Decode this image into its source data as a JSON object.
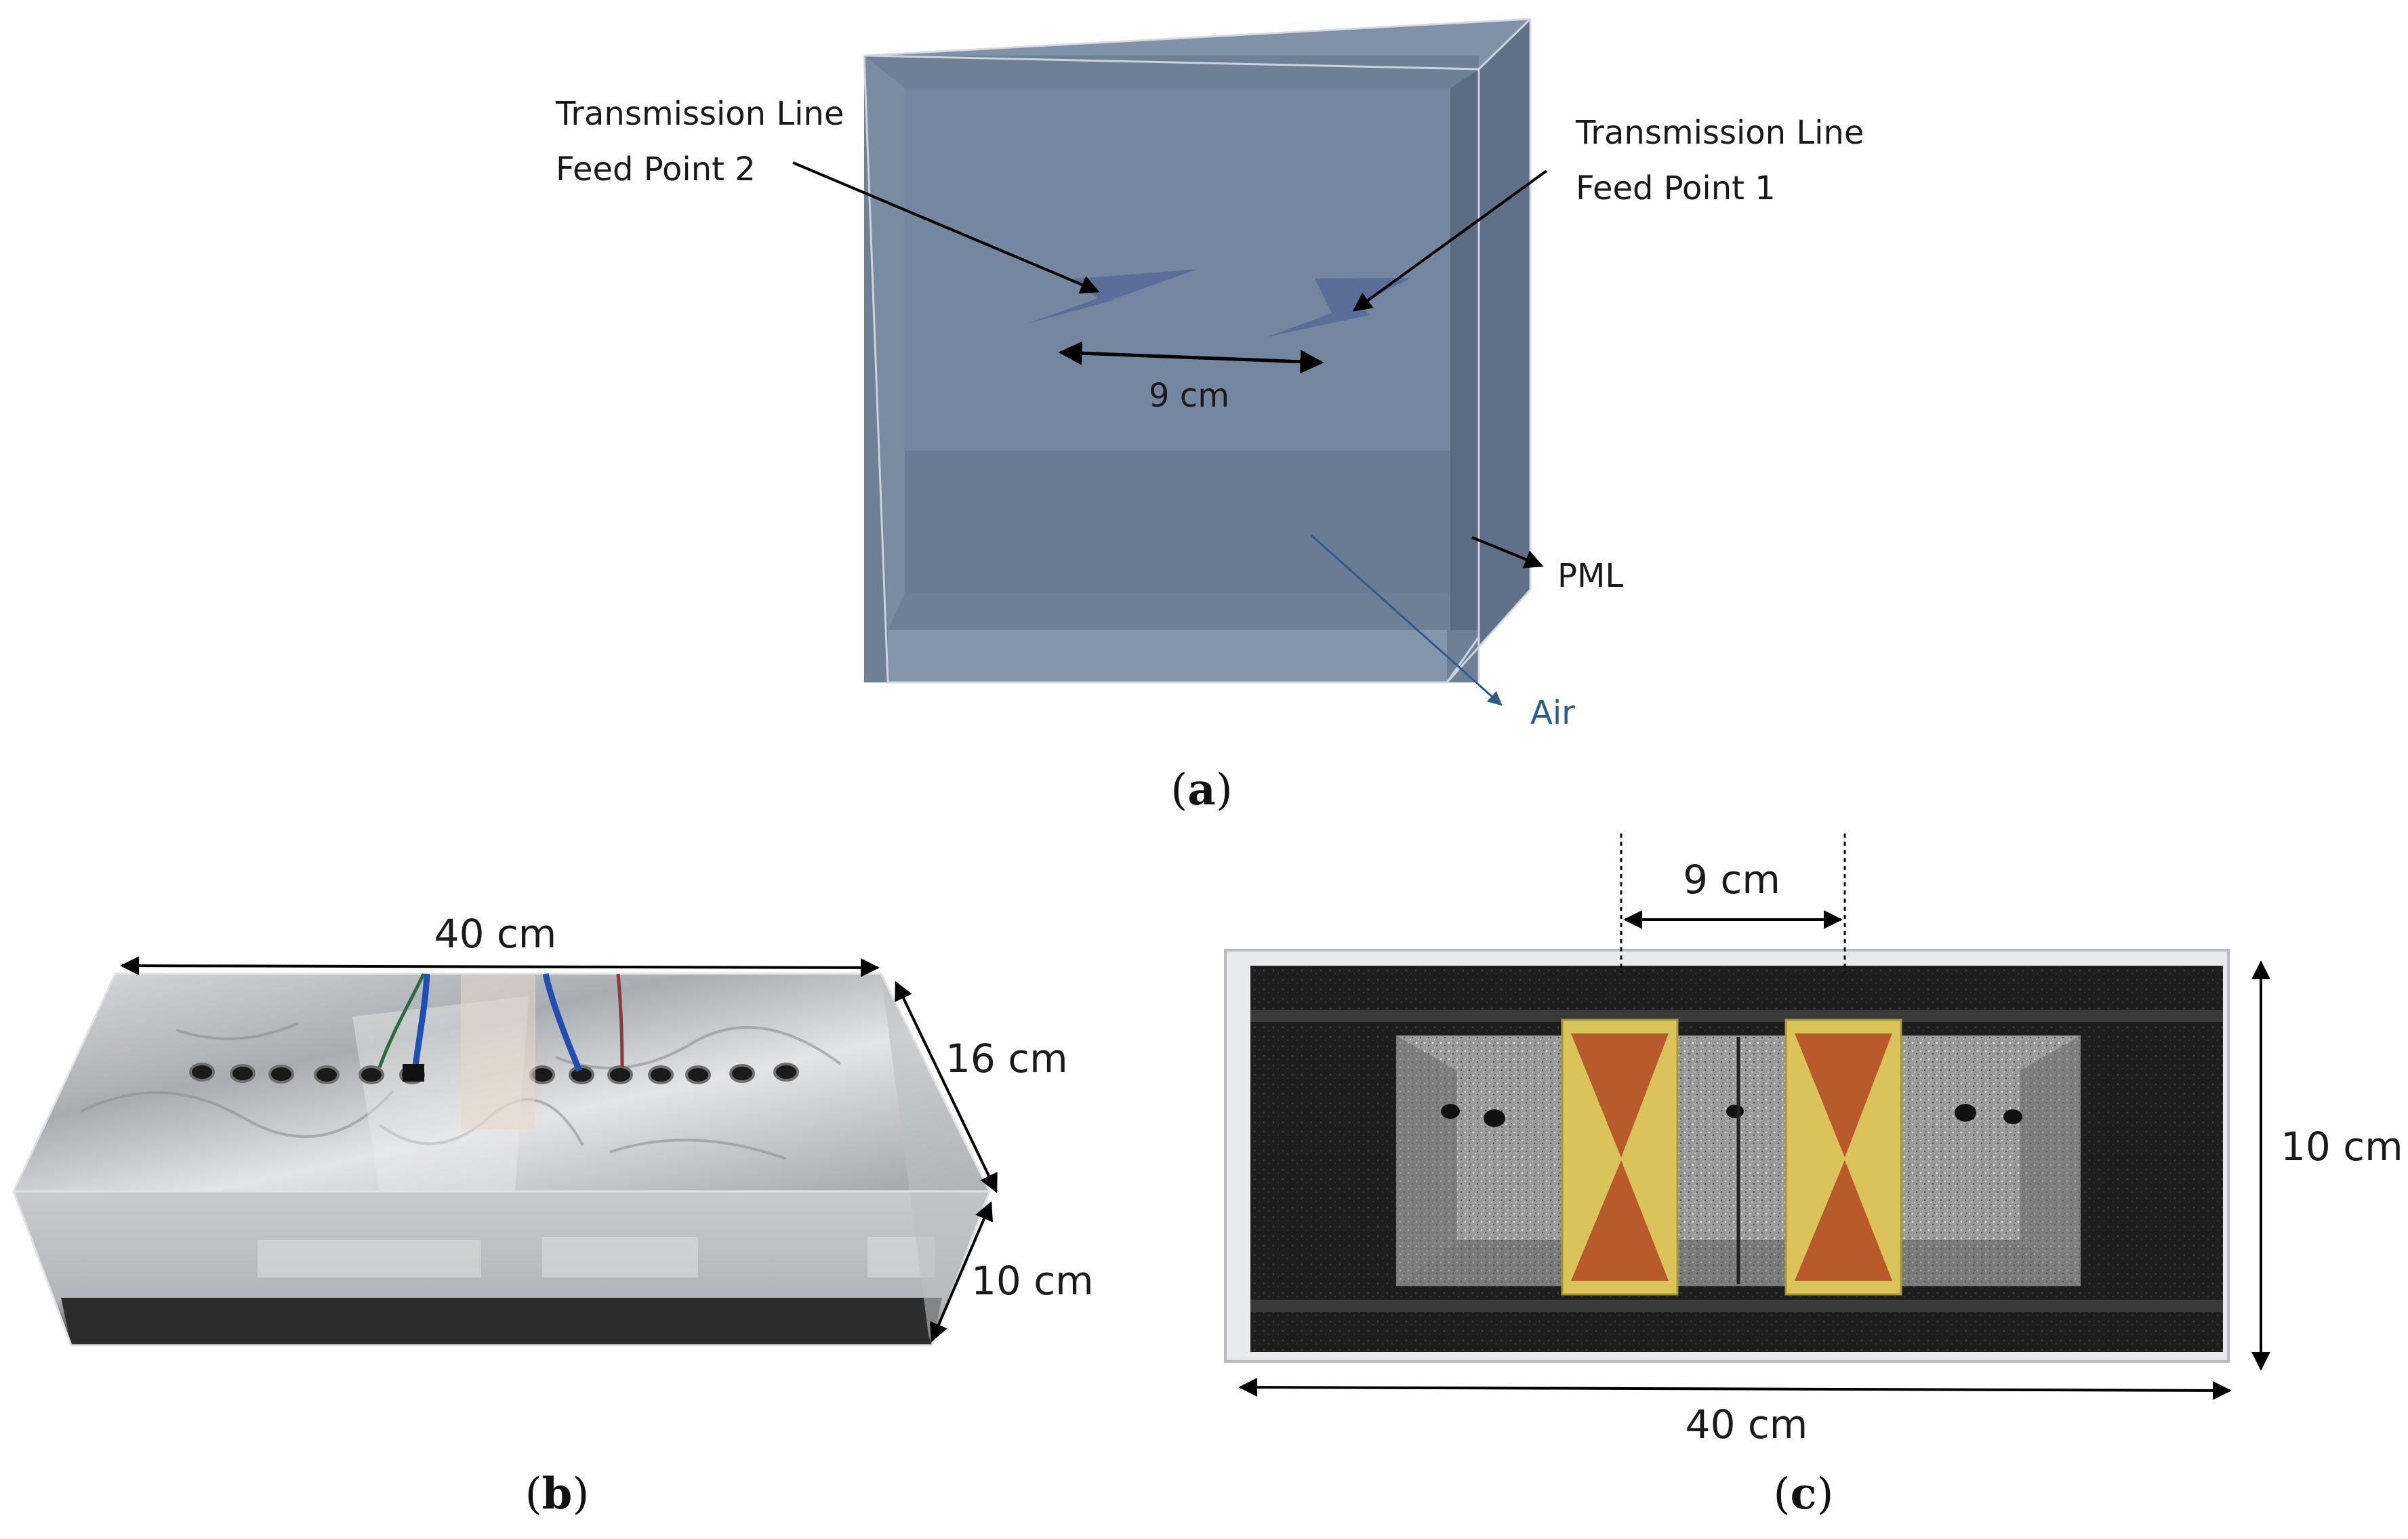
{
  "panel_a": {
    "caption": "(a)",
    "caption_letter": "a",
    "feed2_line1": "Transmission Line",
    "feed2_line2": "Feed Point 2",
    "feed1_line1": "Transmission Line",
    "feed1_line2": "Feed Point 1",
    "spacing": "9 cm",
    "pml": "PML",
    "air": "Air"
  },
  "panel_b": {
    "caption": "(b)",
    "caption_letter": "b",
    "length": "40 cm",
    "width": "16 cm",
    "height": "10 cm"
  },
  "panel_c": {
    "caption": "(c)",
    "caption_letter": "c",
    "spacing": "9 cm",
    "height": "10 cm",
    "length": "40 cm"
  },
  "colors": {
    "phantom_fill": "#6e8096",
    "phantom_edge": "#c8d0dc",
    "antenna": "#5a6e9a",
    "air_label": "#2f5a8a",
    "foil": "#b9bcc0",
    "foam": "#1c1c1c",
    "bowtie_board": "#d9c35a",
    "bowtie_copper": "#b85a2a"
  }
}
